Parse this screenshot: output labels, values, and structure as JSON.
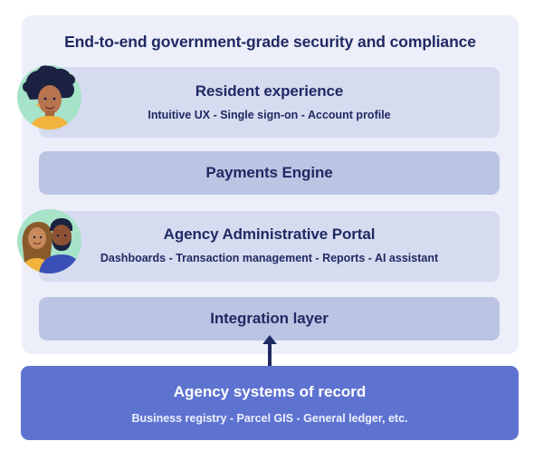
{
  "header": {
    "title": "End-to-end government-grade security and compliance"
  },
  "layers": {
    "resident": {
      "title": "Resident experience",
      "subtitle": "Intuitive UX - Single sign-on - Account profile"
    },
    "payments": {
      "title": "Payments Engine"
    },
    "agency": {
      "title": "Agency Administrative Portal",
      "subtitle": "Dashboards - Transaction management - Reports - AI assistant"
    },
    "integration": {
      "title": "Integration layer"
    }
  },
  "records": {
    "title": "Agency systems of record",
    "subtitle": "Business registry - Parcel GIS - General ledger, etc."
  },
  "icons": {
    "resident_avatar": "resident-avatar-icon",
    "agency_avatar": "agency-staff-avatar-icon",
    "connector": "bidirectional-arrow-icon"
  },
  "colors": {
    "outer_background": "#eceef9",
    "light_layer": "#d6dbf0",
    "mid_layer": "#bcc4e3",
    "records_background": "#5e73d0",
    "text_navy": "#1f2a63",
    "avatar_background": "#a6e3c8"
  }
}
